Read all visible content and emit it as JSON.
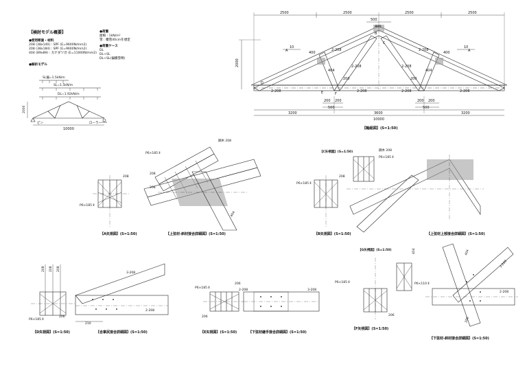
{
  "notes": {
    "title": "【検討モデル概要】",
    "materials_heading": "●使用断面・材料",
    "materials": [
      "208 (38x140) : SPF (E=9600N/mm2)",
      "208 (38x184) : SPF (E=9600N/mm2)",
      "404 (89x89) : カナダツガ (E=11000N/mm2)"
    ],
    "load_heading": "●荷重",
    "loads": [
      "屋根 : 1kN/m²",
      "雪 : 積雪40cmを想定"
    ],
    "case_heading": "●荷重ケース",
    "cases": [
      "DL",
      "DL+SL",
      "DL+SL(偏積雪時)"
    ],
    "analysis_heading": "●解析モデル"
  },
  "analysis_model": {
    "loads": [
      "SL偏=1.5kN/m",
      "SL=1.5kN/m",
      "DL=1.92kN/m"
    ],
    "height": "2000",
    "span": "10000",
    "pin": "ピン",
    "roller": "ローラー"
  },
  "elevation": {
    "top_dims": [
      "2500",
      "2500",
      "2500",
      "2500"
    ],
    "center_dims": [
      "500",
      "400"
    ],
    "height": "2000",
    "bottom_dims": [
      "3200",
      "3600",
      "3200"
    ],
    "total": "10000",
    "small_dims": [
      "200",
      "200",
      "500",
      "200",
      "200",
      "500"
    ],
    "slope": "10",
    "member_labels": [
      "2-208",
      "2-208",
      "2-208",
      "2-208",
      "2-208",
      "2-208",
      "2-208",
      "2-208"
    ],
    "side_labels": [
      "400",
      "400",
      "404",
      "404",
      "200",
      "200"
    ],
    "section_marks": [
      "A",
      "A",
      "B",
      "C",
      "D",
      "E",
      "F"
    ],
    "caption": "【軸組図】(S=1:50)"
  },
  "details": {
    "top_left": {
      "member": "208",
      "pin": "P6×185 Ⅱ",
      "caption": "【A矢視図】(S=1:50)"
    },
    "top_center": {
      "pin": "P6×185 Ⅱ",
      "steel": "鋼木 208",
      "member": "404",
      "labels": [
        "208",
        "208"
      ],
      "caption": "【上弦材-斜材接合詳細図】(S=1:50)"
    },
    "top_right_view": {
      "title": "【C矢視図】(S=1:50)",
      "pin": "P6×185 Ⅱ",
      "steel": "鋼木 208"
    },
    "top_right_left": {
      "pin": "P6×185 Ⅱ",
      "member": "208",
      "caption": "【B矢視図】(S=1:50)"
    },
    "top_right": {
      "caption": "【上弦材上部接合詳細図】(S=1:50)"
    },
    "bottom_1": {
      "labels": [
        "208",
        "208",
        "208"
      ],
      "pin": "P6×185 Ⅱ",
      "member": "206",
      "caption": "【D矢視図】(S=1:50)"
    },
    "bottom_2": {
      "labels": [
        "3-208",
        "2-208",
        "210"
      ],
      "caption": "【合掌尻接合詳細図】(S=1:50)"
    },
    "bottom_3": {
      "pin": "P6×185 Ⅱ",
      "labels": [
        "206",
        "206",
        "2-208",
        "3-208"
      ],
      "caption_left": "【E矢視図】(S=1:50)",
      "caption_right": "【下弦材継手接合詳細図】(S=1:50)"
    },
    "bottom_4": {
      "title": "【G矢視図】(S=1:50)",
      "pin": "P6×185 Ⅱ",
      "pin2": "P6×110 Ⅱ",
      "labels": [
        "206",
        "404",
        "208",
        "2-208",
        "3-208",
        "404"
      ],
      "caption_left": "【F矢視図】(S=1:50)",
      "caption_right": "【下弦材-斜材接合詳細図】(S=1:50)"
    }
  }
}
